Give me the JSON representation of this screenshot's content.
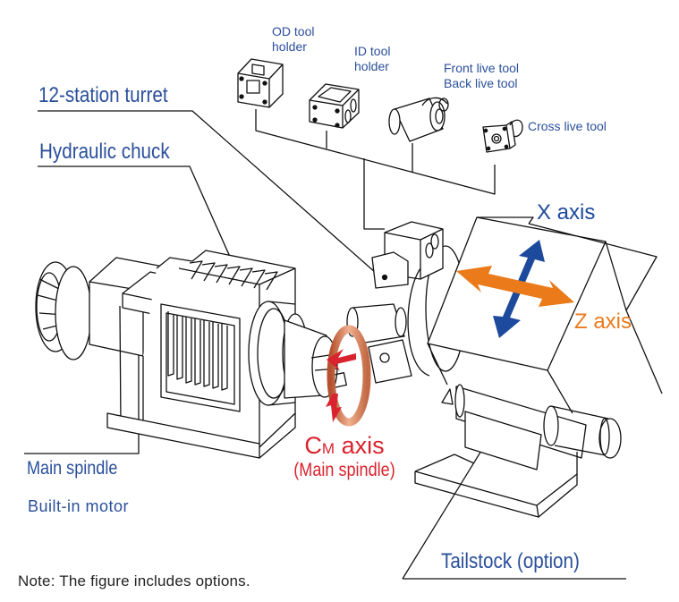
{
  "diagram": {
    "subject": "Lathe machine exploded view",
    "labels": {
      "od_tool_holder": [
        "OD tool",
        "holder"
      ],
      "id_tool_holder": [
        "ID tool",
        "holder"
      ],
      "front_back_live_tool": [
        "Front live tool",
        "Back live tool"
      ],
      "cross_live_tool": "Cross live tool",
      "turret": "12-station turret",
      "chuck": "Hydraulic chuck",
      "main_spindle": "Main spindle",
      "built_in_motor": "Built-in motor",
      "x_axis": "X axis",
      "z_axis": "Z axis",
      "cm_axis_main": "C",
      "cm_axis_sub": "M",
      "cm_axis_word": " axis",
      "cm_axis_note": "(Main spindle)",
      "tailstock": "Tailstock (option)",
      "note": "Note: The figure includes options."
    },
    "colors": {
      "label_blue": "#2a4f9a",
      "x_axis_arrow": "#1d4a9c",
      "z_axis_arrow": "#ea7a1a",
      "cm_axis_red": "#d9232e",
      "ring_copper": "#d9825a",
      "line": "#111111"
    }
  }
}
